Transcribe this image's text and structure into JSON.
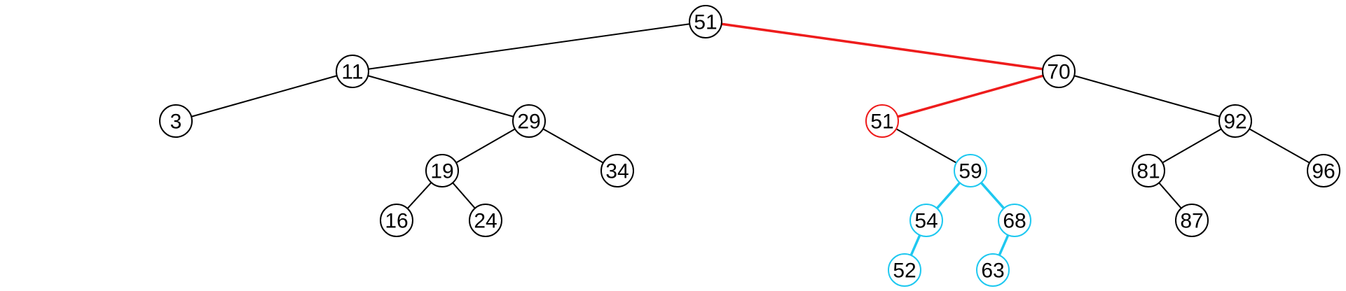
{
  "colors": {
    "default": "#000000",
    "highlight_path": "#ee1c1c",
    "subtree": "#1ec8f0"
  },
  "tree": {
    "nodes": [
      {
        "id": "n51root",
        "label": "51",
        "style": "default"
      },
      {
        "id": "n11",
        "label": "11",
        "style": "default"
      },
      {
        "id": "n70",
        "label": "70",
        "style": "default"
      },
      {
        "id": "n3",
        "label": "3",
        "style": "default"
      },
      {
        "id": "n29",
        "label": "29",
        "style": "default"
      },
      {
        "id": "n51dup",
        "label": "51",
        "style": "highlight_path"
      },
      {
        "id": "n92",
        "label": "92",
        "style": "default"
      },
      {
        "id": "n19",
        "label": "19",
        "style": "default"
      },
      {
        "id": "n34",
        "label": "34",
        "style": "default"
      },
      {
        "id": "n59",
        "label": "59",
        "style": "subtree"
      },
      {
        "id": "n81",
        "label": "81",
        "style": "default"
      },
      {
        "id": "n96",
        "label": "96",
        "style": "default"
      },
      {
        "id": "n16",
        "label": "16",
        "style": "default"
      },
      {
        "id": "n24",
        "label": "24",
        "style": "default"
      },
      {
        "id": "n54",
        "label": "54",
        "style": "subtree"
      },
      {
        "id": "n68",
        "label": "68",
        "style": "subtree"
      },
      {
        "id": "n87",
        "label": "87",
        "style": "default"
      },
      {
        "id": "n52",
        "label": "52",
        "style": "subtree"
      },
      {
        "id": "n63",
        "label": "63",
        "style": "subtree"
      }
    ],
    "edges": [
      {
        "from": "n51root",
        "to": "n11",
        "style": "default"
      },
      {
        "from": "n51root",
        "to": "n70",
        "style": "highlight_path"
      },
      {
        "from": "n11",
        "to": "n3",
        "style": "default"
      },
      {
        "from": "n11",
        "to": "n29",
        "style": "default"
      },
      {
        "from": "n70",
        "to": "n51dup",
        "style": "highlight_path"
      },
      {
        "from": "n70",
        "to": "n92",
        "style": "default"
      },
      {
        "from": "n29",
        "to": "n19",
        "style": "default"
      },
      {
        "from": "n29",
        "to": "n34",
        "style": "default"
      },
      {
        "from": "n51dup",
        "to": "n59",
        "style": "default"
      },
      {
        "from": "n92",
        "to": "n81",
        "style": "default"
      },
      {
        "from": "n92",
        "to": "n96",
        "style": "default"
      },
      {
        "from": "n19",
        "to": "n16",
        "style": "default"
      },
      {
        "from": "n19",
        "to": "n24",
        "style": "default"
      },
      {
        "from": "n59",
        "to": "n54",
        "style": "subtree"
      },
      {
        "from": "n59",
        "to": "n68",
        "style": "subtree"
      },
      {
        "from": "n81",
        "to": "n87",
        "style": "default"
      },
      {
        "from": "n54",
        "to": "n52",
        "style": "subtree"
      },
      {
        "from": "n68",
        "to": "n63",
        "style": "subtree"
      }
    ]
  }
}
